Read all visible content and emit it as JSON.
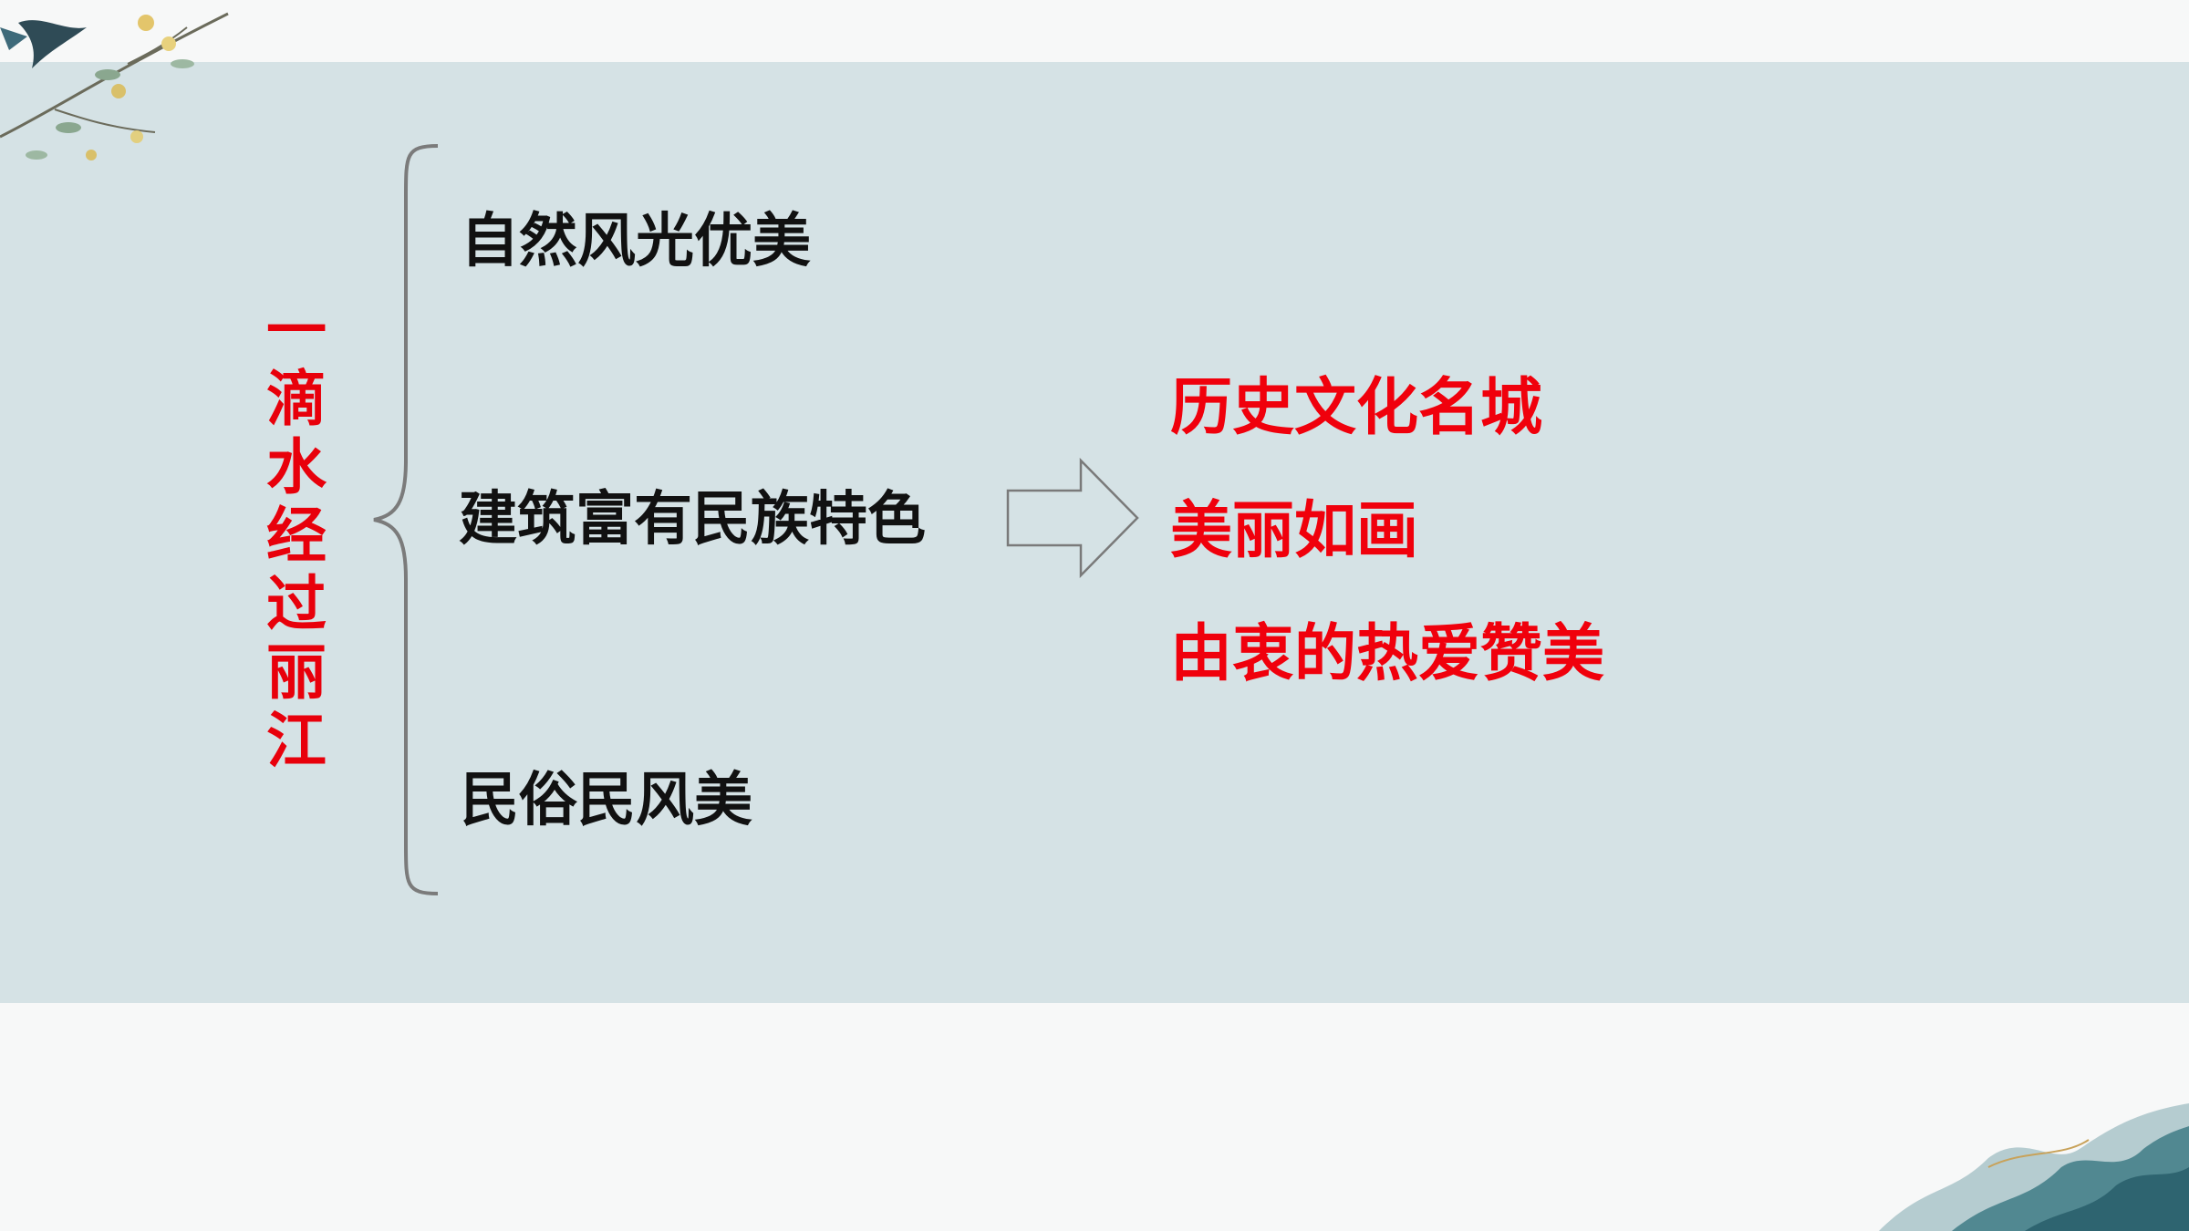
{
  "title": "一滴水经过丽江",
  "aspects": [
    "自然风光优美",
    "建筑富有民族特色",
    "民俗民风美"
  ],
  "conclusions": [
    "历史文化名城",
    "美丽如画",
    "由衷的热爱赞美"
  ],
  "colors": {
    "panel": "#d5e2e5",
    "title": "#e8000b",
    "conclusion": "#f0000c",
    "aspect": "#111111"
  }
}
